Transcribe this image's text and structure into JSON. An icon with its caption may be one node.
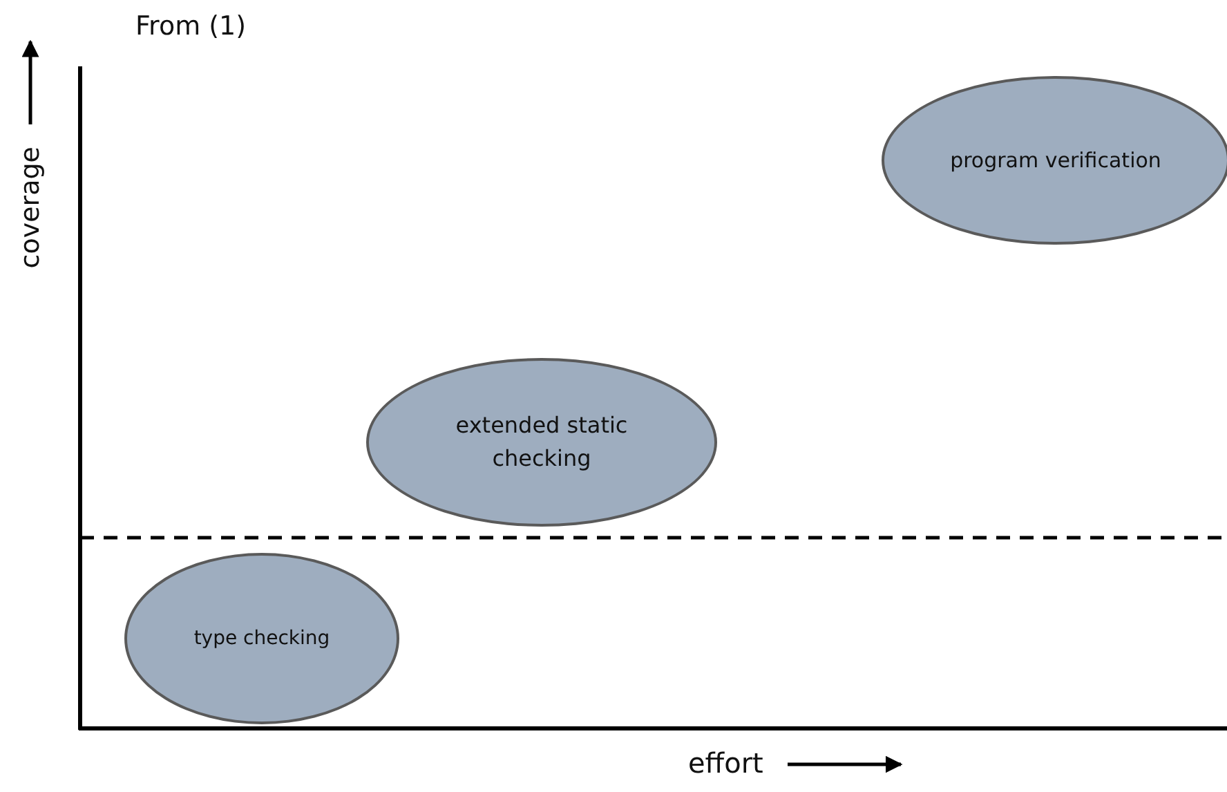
{
  "diagram": {
    "nodes": [
      {
        "text": [
          "program verification"
        ]
      },
      {
        "text": [
          "extended static checking"
        ]
      },
      {
        "text": [
          "type checking"
        ]
      }
    ],
    "labels": [
      "From (1)",
      "coverage",
      "effort"
    ]
  }
}
